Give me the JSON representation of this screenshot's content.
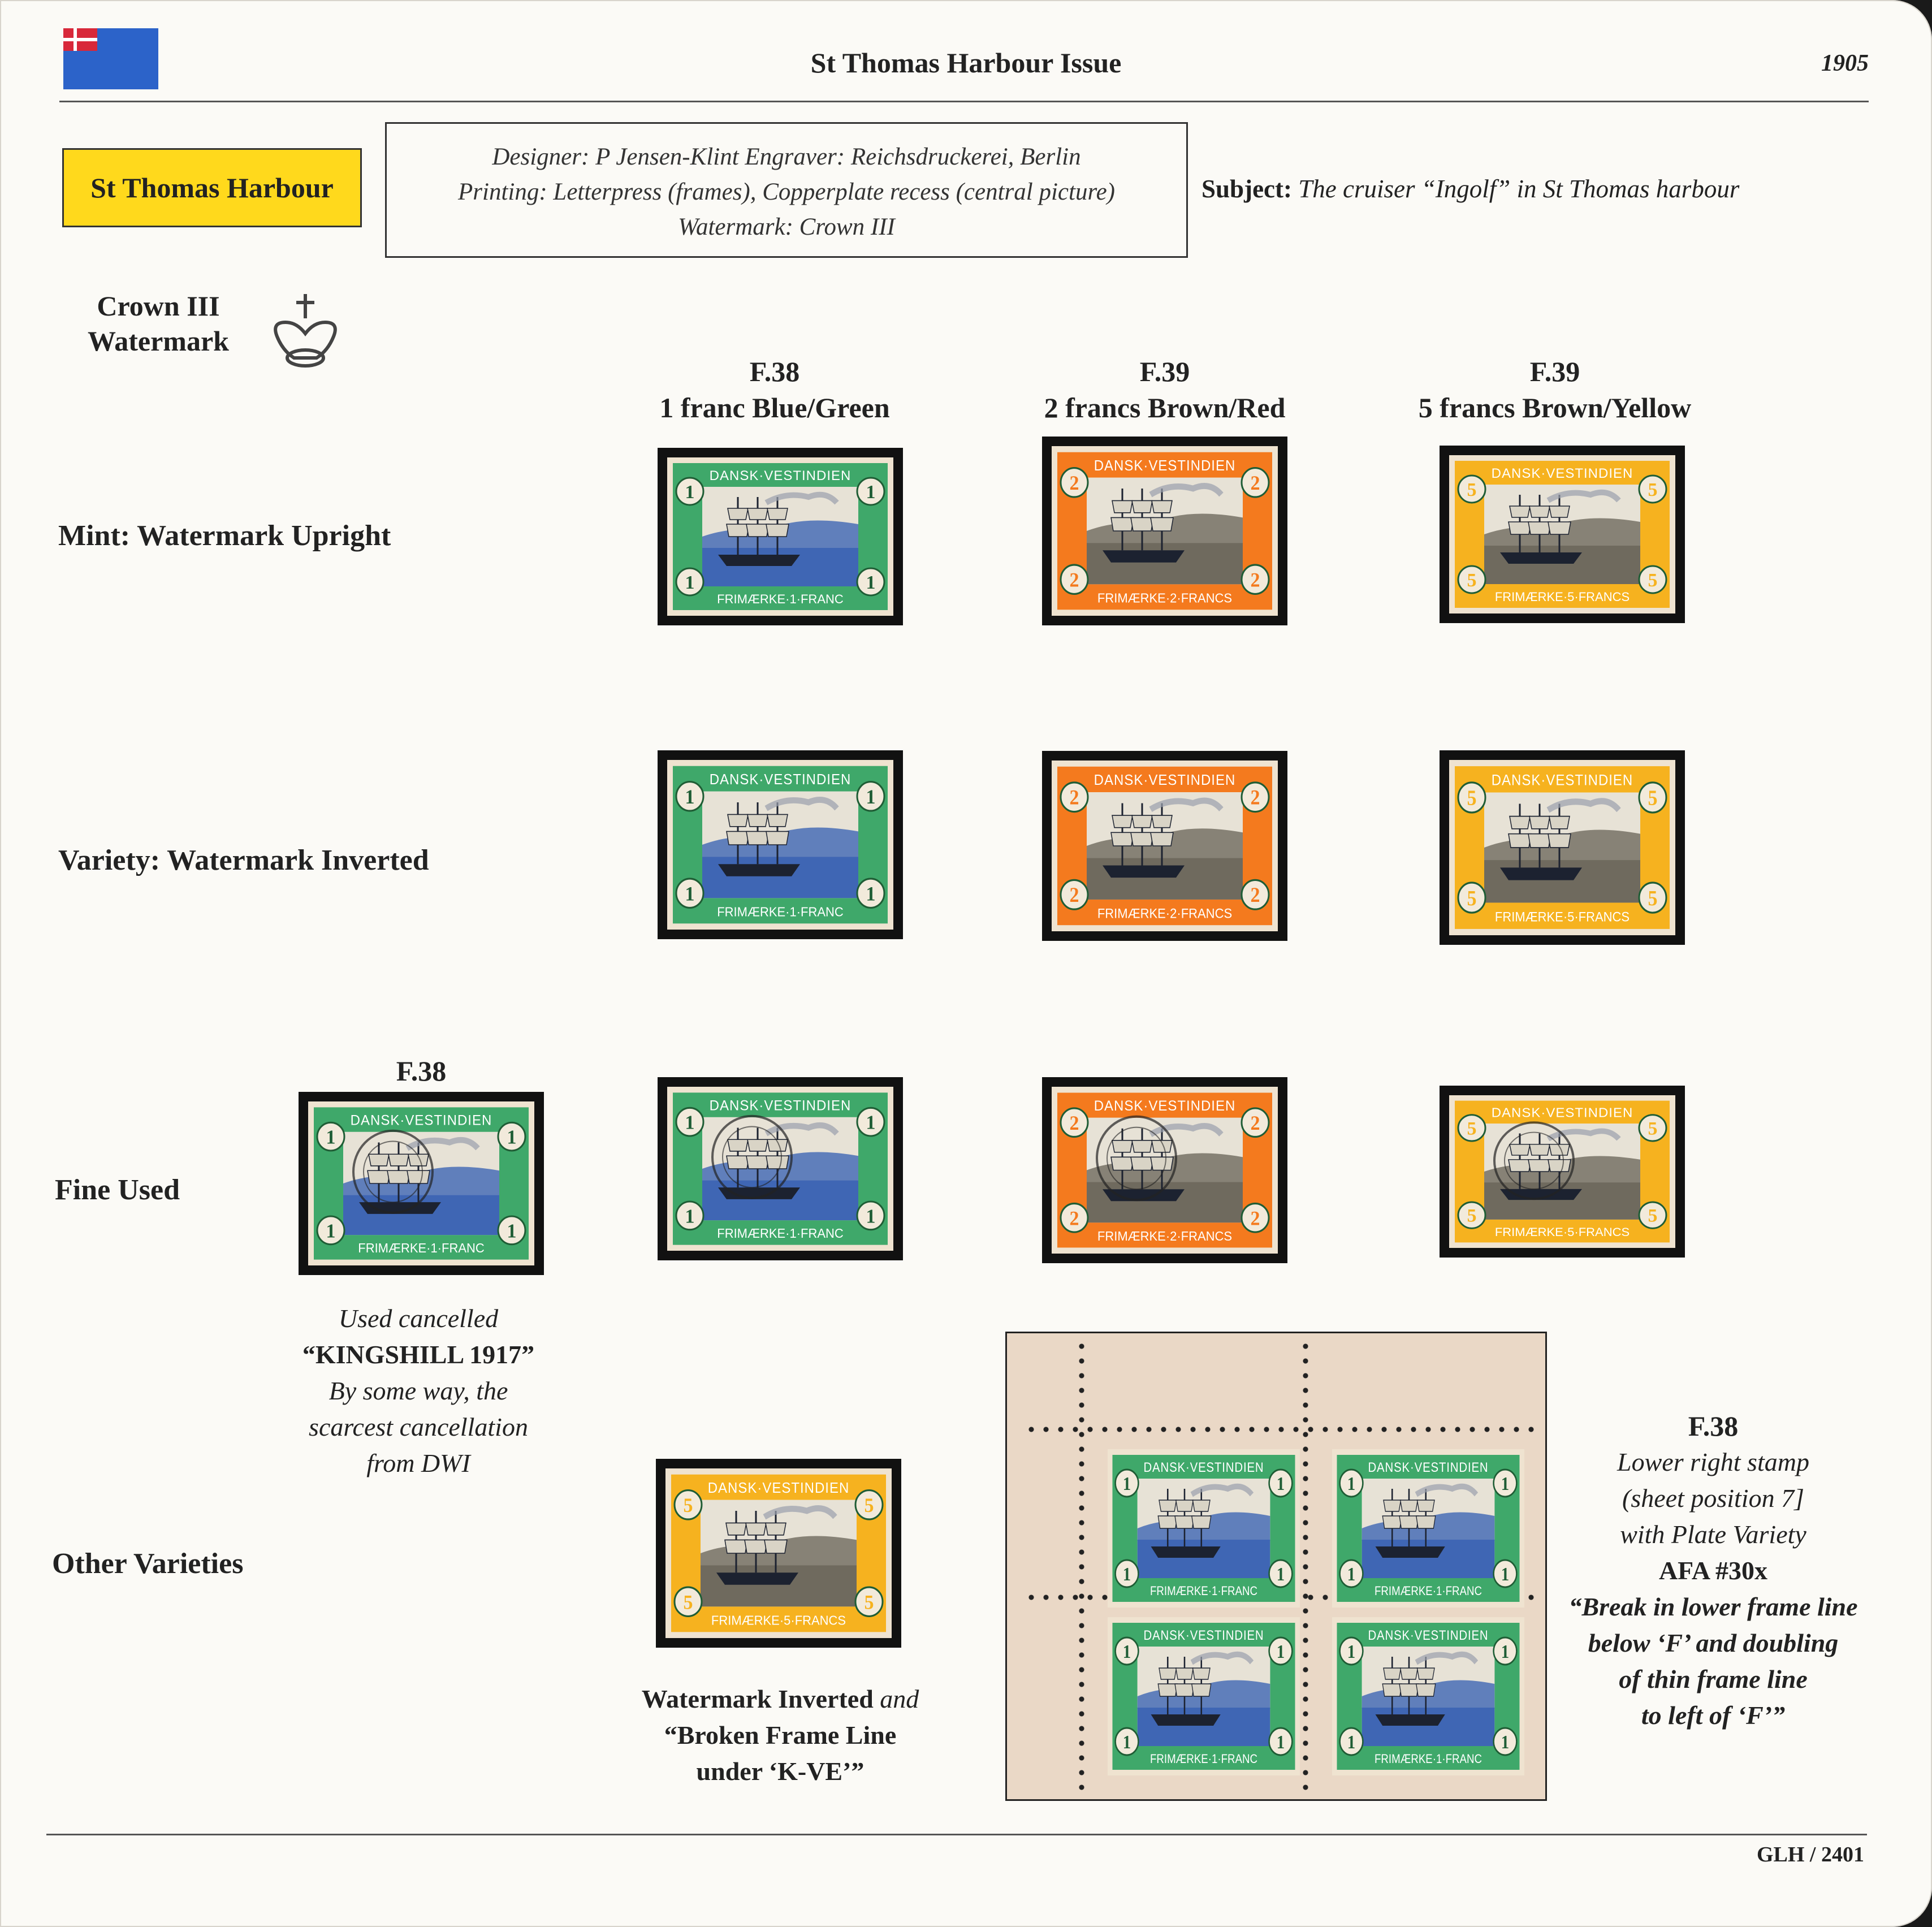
{
  "header": {
    "title": "St Thomas Harbour Issue",
    "year": "1905"
  },
  "badge": "St Thomas Harbour",
  "info": {
    "line1": "Designer: P Jensen-Klint Engraver: Reichsdruckerei, Berlin",
    "line2": "Printing: Letterpress (frames), Copperplate recess (central picture)",
    "line3": "Watermark: Crown III"
  },
  "subject": {
    "label": "Subject:",
    "text": "The cruiser “Ingolf” in St Thomas harbour"
  },
  "watermark": {
    "line1": "Crown III",
    "line2": "Watermark"
  },
  "columns": [
    {
      "code": "F.38",
      "desc": "1 franc Blue/Green"
    },
    {
      "code": "F.39",
      "desc": "2 francs Brown/Red"
    },
    {
      "code": "F.39",
      "desc": "5 francs Brown/Yellow"
    }
  ],
  "rows": {
    "mint": "Mint: Watermark Upright",
    "inverted": "Variety: Watermark Inverted",
    "used": "Fine Used",
    "other": "Other Varieties"
  },
  "stamp_text": {
    "top": "DANSK·VESTINDIEN",
    "bottom_1": "FRIMÆRKE·1·FRANC",
    "bottom_2": "FRIMÆRKE·2·FRANCS",
    "bottom_5": "FRIMÆRKE·5·FRANCS",
    "value_1": "1",
    "value_2": "2",
    "value_5": "5"
  },
  "used_extra": {
    "code": "F.38",
    "cap1": "Used cancelled",
    "cap2": "“KINGSHILL 1917”",
    "cap3": "By some way, the",
    "cap4": "scarcest cancellation",
    "cap5": "from DWI"
  },
  "other_variety_caption": {
    "l1a": "Watermark Inverted",
    "l1b": " and",
    "l2": "“Broken Frame Line",
    "l3": "under ‘K-VE’”"
  },
  "block_note": {
    "code": "F.38",
    "l1": "Lower right stamp",
    "l2": "(sheet position 7]",
    "l3": "with Plate Variety",
    "l4": "AFA #30x",
    "l5": "“Break in lower frame line",
    "l6": "below ‘F’ and doubling",
    "l7": "of thin frame line",
    "l8": "to left of ‘F’”"
  },
  "footer": {
    "ref": "GLH / 2401"
  },
  "colors": {
    "badge": "#ffd91c",
    "green_frame": "#3fa86a",
    "orange_frame": "#f47a1e",
    "yellow_frame": "#f6b21f",
    "blue_center": "#3f66b4",
    "grey_center": "#6f6a5e"
  }
}
